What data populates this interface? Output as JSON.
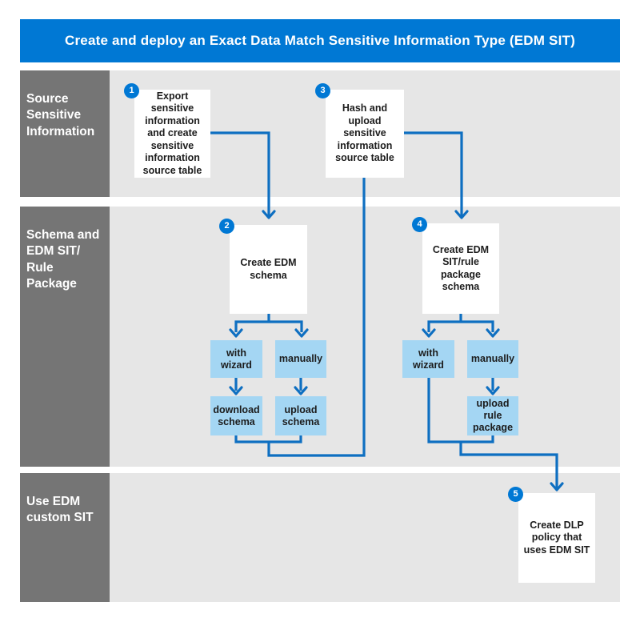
{
  "title": "Create and deploy an Exact Data Match Sensitive Information Type (EDM SIT)",
  "lanes": [
    {
      "label": "Source\nSensitive\nInformation"
    },
    {
      "label": "Schema and\nEDM SIT/\nRule Package"
    },
    {
      "label": "Use EDM\ncustom SIT"
    }
  ],
  "steps": [
    {
      "number": "1",
      "text": "Export\nsensitive\ninformation\nand create\nsensitive\ninformation\nsource table"
    },
    {
      "number": "2",
      "text": "Create EDM\nschema"
    },
    {
      "number": "3",
      "text": "Hash and\nupload\nsensitive\ninformation\nsource table"
    },
    {
      "number": "4",
      "text": "Create EDM\nSIT/rule\npackage\nschema"
    },
    {
      "number": "5",
      "text": "Create DLP\npolicy that\nuses EDM SIT"
    }
  ],
  "options": {
    "schema_with_wizard": "with\nwizard",
    "schema_manually": "manually",
    "download_schema": "download\nschema",
    "upload_schema": "upload\nschema",
    "rule_with_wizard": "with\nwizard",
    "rule_manually": "manually",
    "upload_rule_package": "upload\nrule\npackage"
  },
  "colors": {
    "header_blue": "#0078d4",
    "badge_blue": "#0078d4",
    "arrow_blue": "#0e6fc1",
    "option_box_blue": "#a4d6f3",
    "lane_label_gray": "#757575",
    "lane_background_gray": "#e6e6e6",
    "box_text": "#1c1c1c",
    "title_text": "#ffffff"
  }
}
